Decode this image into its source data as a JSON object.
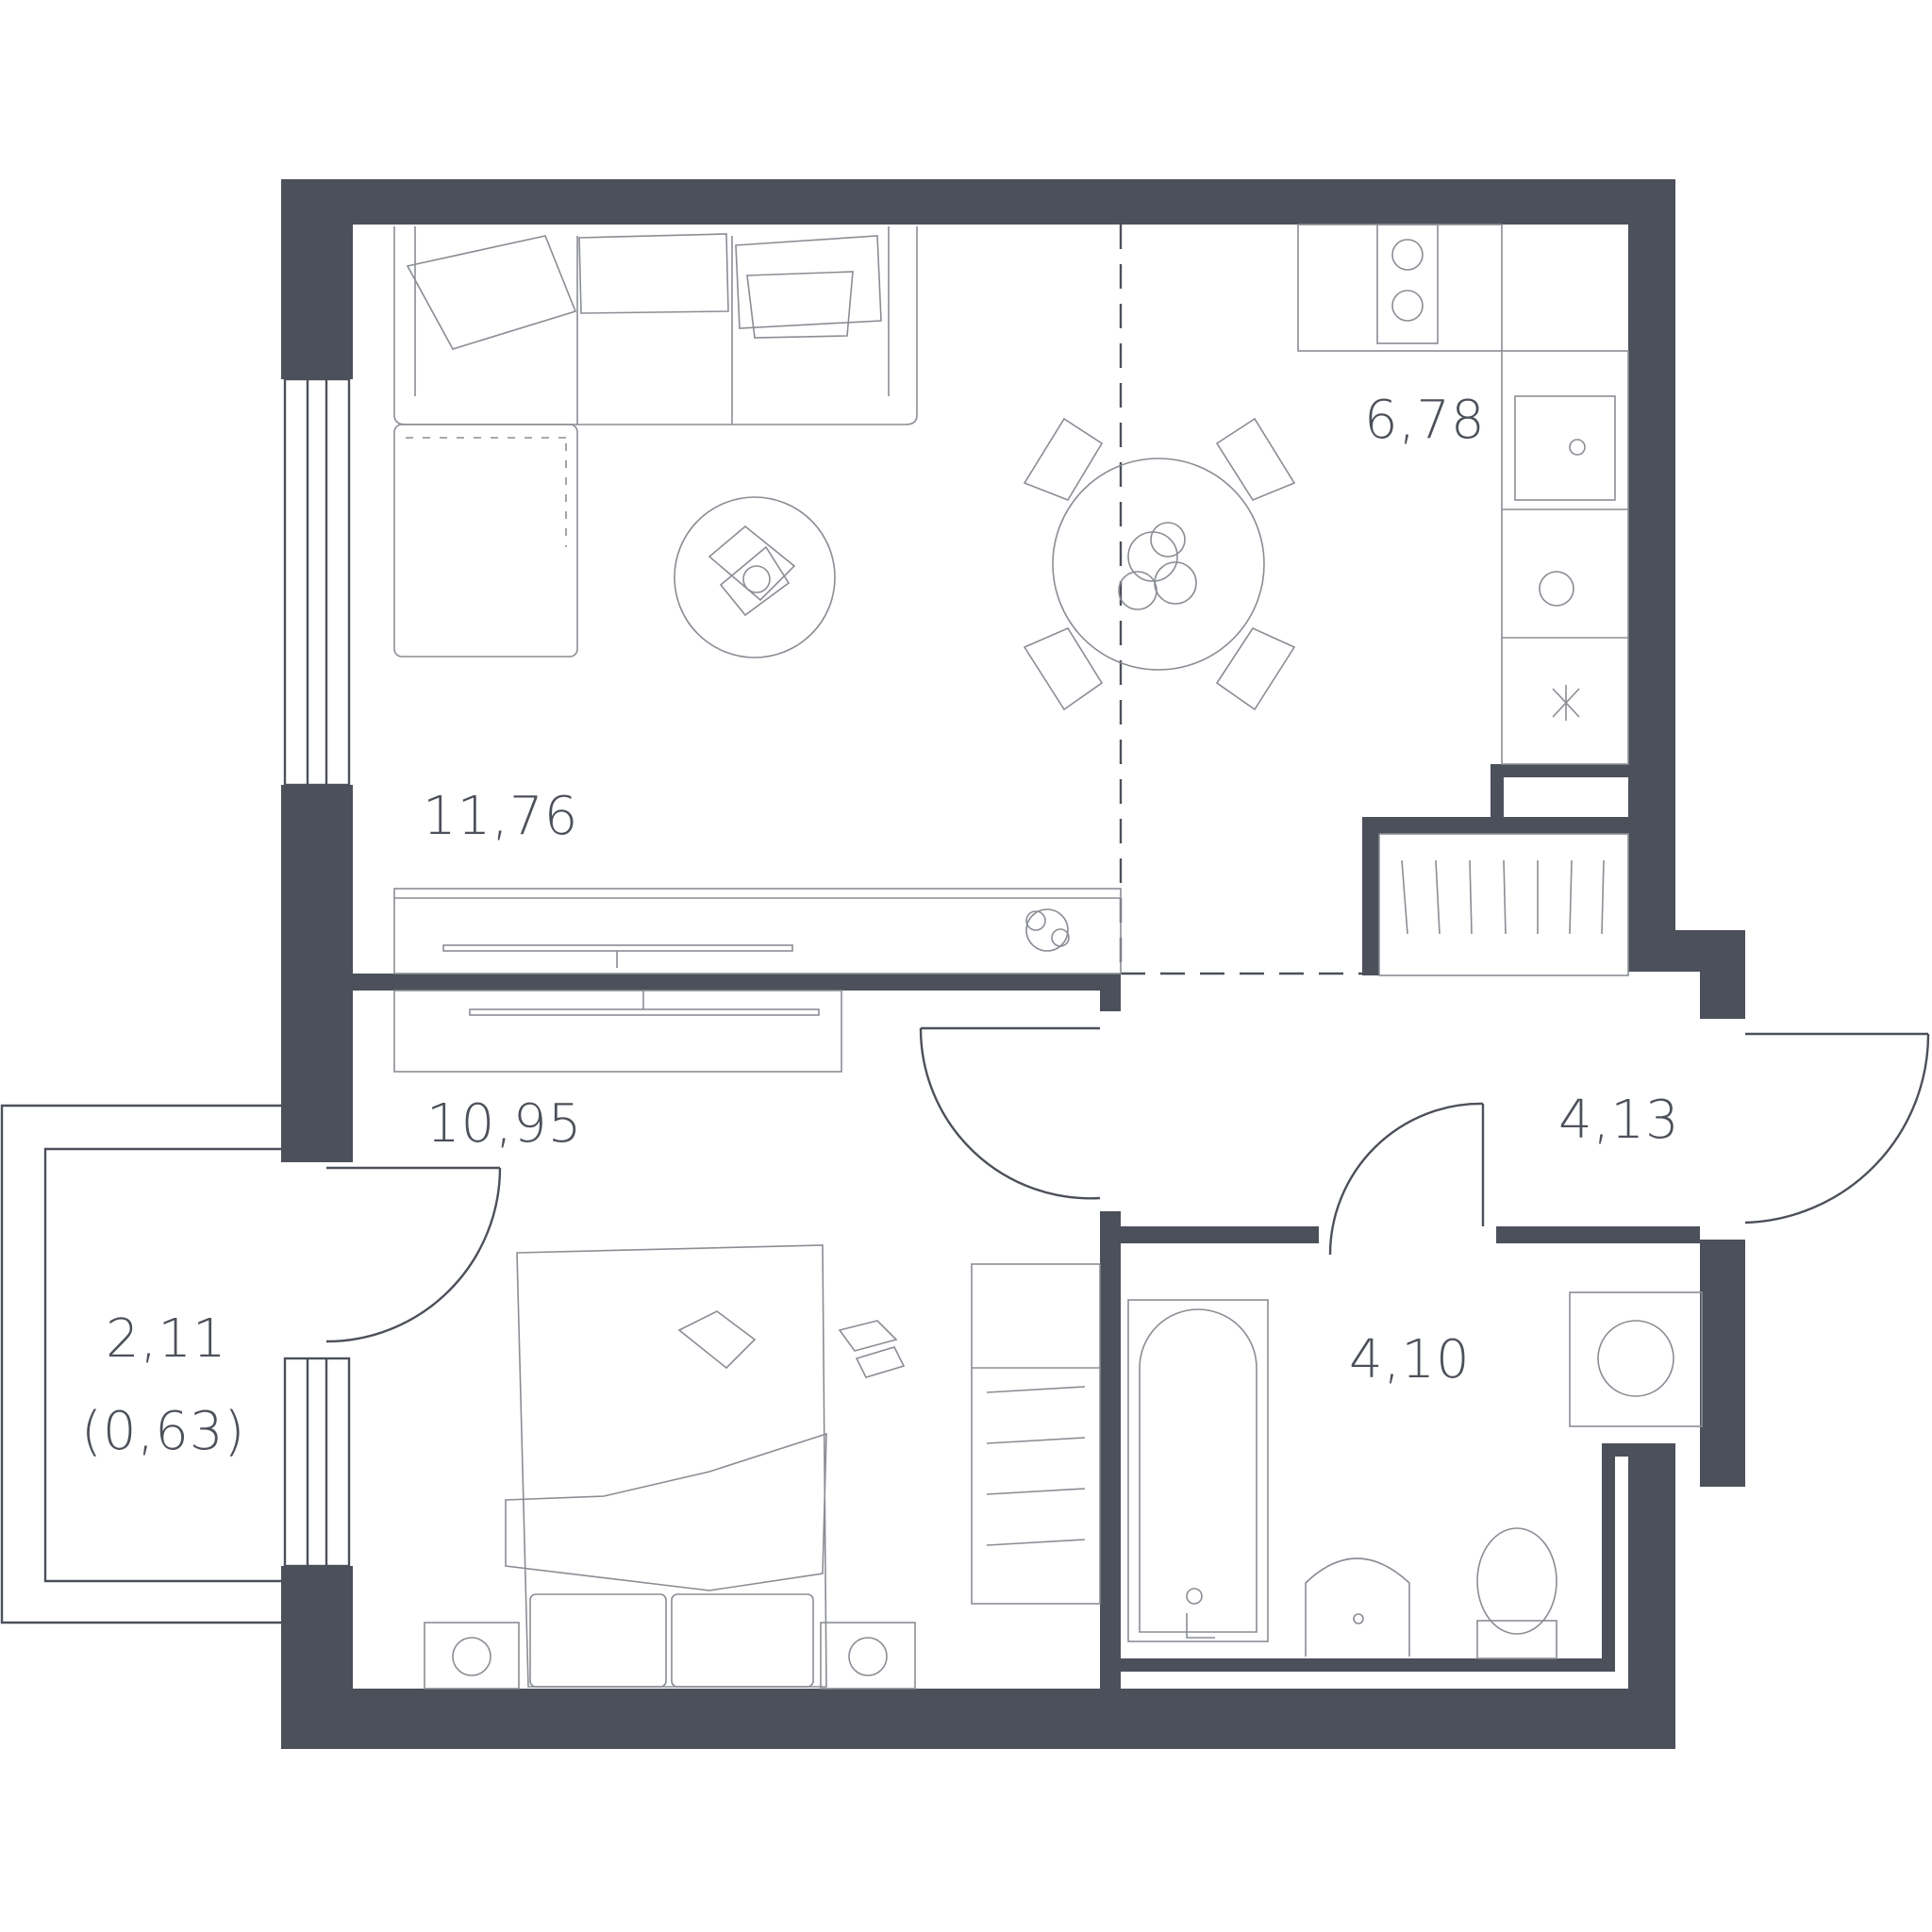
{
  "rooms": {
    "living": {
      "area": "11,76"
    },
    "kitchen": {
      "area": "6,78"
    },
    "bedroom": {
      "area": "10,95"
    },
    "hall": {
      "area": "4,13"
    },
    "bathroom": {
      "area": "4,10"
    },
    "balcony": {
      "area": "2,11",
      "reduced_area": "(0,63)"
    }
  },
  "colors": {
    "wall": "#4c505a",
    "line": "#5a5e68",
    "furniture": "#8a8d94"
  }
}
